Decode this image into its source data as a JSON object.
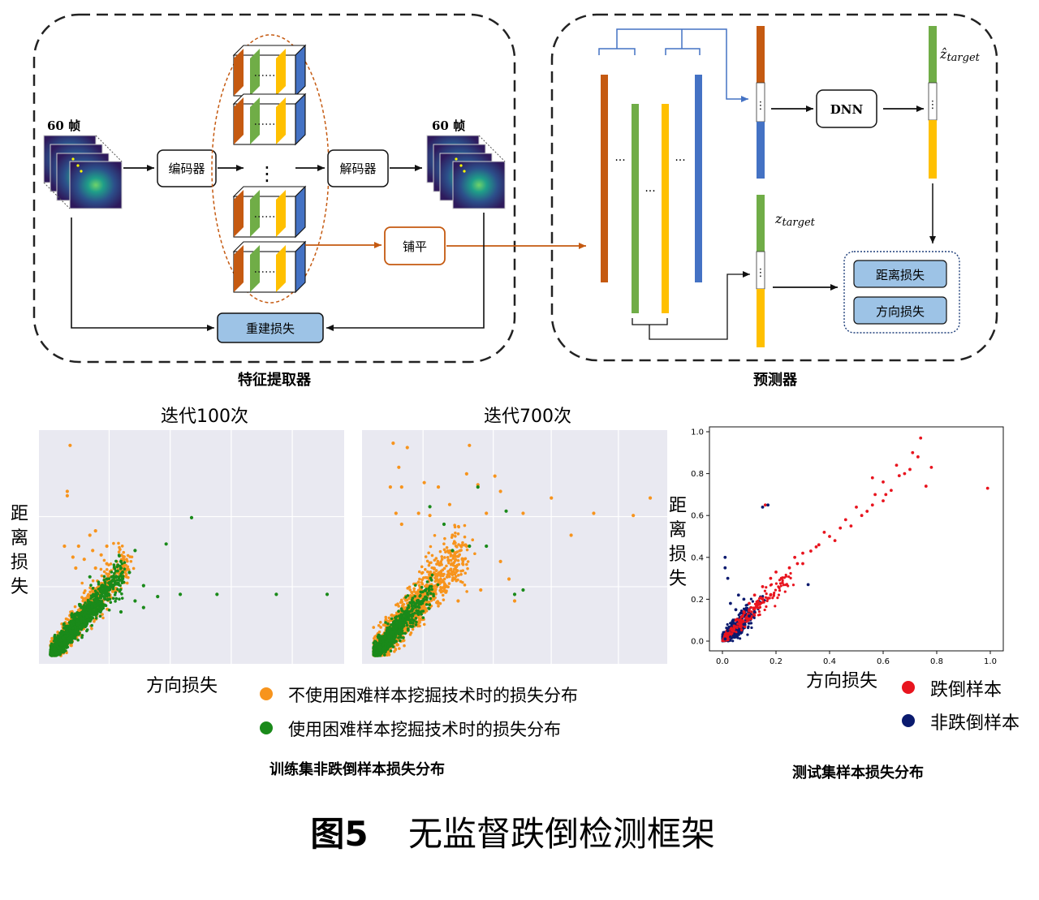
{
  "diagram": {
    "frames_left": "60 帧",
    "frames_right": "60 帧",
    "encoder": "编码器",
    "decoder": "解码器",
    "flatten": "铺平",
    "recon_loss": "重建损失",
    "dnn": "DNN",
    "z_hat": "ẑ",
    "z": "z",
    "z_sub": "target",
    "dist_loss": "距离损失",
    "dir_loss": "方向损失",
    "feature_extractor": "特征提取器",
    "predictor": "预测器",
    "dots_v": "⋮",
    "dots_h": "···"
  },
  "colors": {
    "orange_bar": "#c55a11",
    "green_bar": "#70ad47",
    "yellow_bar": "#ffc000",
    "blue_bar": "#4472c4",
    "loss_box": "#9dc3e6",
    "flatten_border": "#c55a11",
    "orange_pt": "#f7941d",
    "green_pt": "#1a8a1a",
    "red_pt": "#e8141e",
    "navy_pt": "#0a1a6e",
    "plot_bg": "#e9e9f1"
  },
  "chart_data": [
    {
      "type": "scatter",
      "title": "迭代100次",
      "xlabel": "方向损失",
      "ylabel": "距离损失",
      "grid": true,
      "series": [
        {
          "name": "不使用困难样本挖掘技术时的损失分布",
          "color": "#f7941d",
          "points": [
            [
              0.07,
              0.96
            ],
            [
              0.06,
              0.75
            ],
            [
              0.06,
              0.73
            ],
            [
              0.16,
              0.57
            ],
            [
              0.14,
              0.55
            ],
            [
              0.1,
              0.5
            ],
            [
              0.2,
              0.5
            ],
            [
              0.15,
              0.48
            ],
            [
              0.05,
              0.5
            ],
            [
              0.08,
              0.45
            ],
            [
              0.12,
              0.44
            ],
            [
              0.18,
              0.46
            ],
            [
              0.2,
              0.42
            ],
            [
              0.09,
              0.4
            ],
            [
              0.16,
              0.4
            ]
          ]
        },
        {
          "name": "使用困难样本挖掘技术时的损失分布",
          "color": "#1a8a1a",
          "points": [
            [
              0.5,
              0.63
            ],
            [
              0.41,
              0.51
            ],
            [
              0.3,
              0.48
            ],
            [
              0.25,
              0.43
            ],
            [
              0.25,
              0.4
            ],
            [
              0.28,
              0.38
            ],
            [
              0.33,
              0.32
            ],
            [
              0.38,
              0.27
            ],
            [
              0.46,
              0.28
            ],
            [
              0.59,
              0.28
            ],
            [
              0.8,
              0.28
            ],
            [
              0.98,
              0.28
            ],
            [
              0.3,
              0.25
            ],
            [
              0.33,
              0.22
            ],
            [
              0.25,
              0.2
            ],
            [
              0.2,
              0.35
            ],
            [
              0.14,
              0.36
            ],
            [
              0.18,
              0.3
            ]
          ]
        }
      ],
      "note_dense_region": true
    },
    {
      "type": "scatter",
      "title": "迭代700次",
      "xlabel": "方向损失",
      "ylabel": "距离损失",
      "grid": true,
      "series": [
        {
          "name": "不使用困难样本挖掘技术时的损失分布",
          "color": "#f7941d",
          "points": [
            [
              0.07,
              0.97
            ],
            [
              0.12,
              0.95
            ],
            [
              0.34,
              0.96
            ],
            [
              0.09,
              0.86
            ],
            [
              0.33,
              0.83
            ],
            [
              0.43,
              0.82
            ],
            [
              0.06,
              0.77
            ],
            [
              0.1,
              0.77
            ],
            [
              0.18,
              0.79
            ],
            [
              0.23,
              0.77
            ],
            [
              0.37,
              0.78
            ],
            [
              0.45,
              0.75
            ],
            [
              0.63,
              0.72
            ],
            [
              0.08,
              0.65
            ],
            [
              0.16,
              0.65
            ],
            [
              0.1,
              0.6
            ],
            [
              0.2,
              0.64
            ],
            [
              0.27,
              0.69
            ],
            [
              0.4,
              0.65
            ],
            [
              0.53,
              0.65
            ],
            [
              0.78,
              0.65
            ],
            [
              0.92,
              0.64
            ],
            [
              0.98,
              0.72
            ],
            [
              0.7,
              0.55
            ],
            [
              0.28,
              0.55
            ],
            [
              0.33,
              0.5
            ],
            [
              0.45,
              0.43
            ],
            [
              0.48,
              0.35
            ],
            [
              0.38,
              0.3
            ],
            [
              0.5,
              0.25
            ],
            [
              0.3,
              0.25
            ]
          ]
        },
        {
          "name": "使用困难样本挖掘技术时的损失分布",
          "color": "#1a8a1a",
          "points": [
            [
              0.2,
              0.68
            ],
            [
              0.37,
              0.77
            ],
            [
              0.47,
              0.66
            ],
            [
              0.25,
              0.6
            ],
            [
              0.34,
              0.5
            ],
            [
              0.4,
              0.5
            ],
            [
              0.53,
              0.3
            ],
            [
              0.5,
              0.28
            ],
            [
              0.28,
              0.48
            ]
          ]
        }
      ],
      "note_dense_region": true
    },
    {
      "type": "scatter",
      "title": "",
      "xlabel": "方向损失",
      "ylabel": "距离损失",
      "xlim": [
        0,
        1.0
      ],
      "ylim": [
        0,
        1.0
      ],
      "xticks": [
        "0.0",
        "0.2",
        "0.4",
        "0.6",
        "0.8",
        "1.0"
      ],
      "yticks": [
        "0.0",
        "0.2",
        "0.4",
        "0.6",
        "0.8",
        "1.0"
      ],
      "grid": false,
      "series": [
        {
          "name": "跌倒样本",
          "color": "#e8141e",
          "points": [
            [
              0.74,
              0.97
            ],
            [
              0.71,
              0.9
            ],
            [
              0.78,
              0.83
            ],
            [
              0.99,
              0.73
            ],
            [
              0.65,
              0.84
            ],
            [
              0.56,
              0.78
            ],
            [
              0.6,
              0.76
            ],
            [
              0.68,
              0.8
            ],
            [
              0.76,
              0.74
            ],
            [
              0.61,
              0.7
            ],
            [
              0.6,
              0.67
            ],
            [
              0.56,
              0.65
            ],
            [
              0.5,
              0.64
            ],
            [
              0.52,
              0.6
            ],
            [
              0.46,
              0.58
            ],
            [
              0.48,
              0.55
            ],
            [
              0.4,
              0.5
            ],
            [
              0.42,
              0.48
            ],
            [
              0.35,
              0.45
            ],
            [
              0.3,
              0.42
            ],
            [
              0.27,
              0.4
            ],
            [
              0.28,
              0.37
            ],
            [
              0.2,
              0.33
            ],
            [
              0.18,
              0.3
            ],
            [
              0.15,
              0.26
            ],
            [
              0.12,
              0.22
            ],
            [
              0.1,
              0.18
            ],
            [
              0.08,
              0.14
            ],
            [
              0.16,
              0.65
            ],
            [
              0.05,
              0.1
            ],
            [
              0.22,
              0.3
            ],
            [
              0.25,
              0.35
            ],
            [
              0.3,
              0.37
            ],
            [
              0.33,
              0.43
            ],
            [
              0.36,
              0.46
            ],
            [
              0.38,
              0.52
            ],
            [
              0.44,
              0.54
            ],
            [
              0.54,
              0.62
            ],
            [
              0.57,
              0.7
            ],
            [
              0.63,
              0.72
            ],
            [
              0.66,
              0.79
            ],
            [
              0.7,
              0.82
            ],
            [
              0.73,
              0.88
            ],
            [
              0.15,
              0.2
            ],
            [
              0.18,
              0.22
            ],
            [
              0.13,
              0.17
            ],
            [
              0.1,
              0.15
            ]
          ]
        },
        {
          "name": "非跌倒样本",
          "color": "#0a1a6e",
          "points": [
            [
              0.01,
              0.4
            ],
            [
              0.01,
              0.35
            ],
            [
              0.02,
              0.3
            ],
            [
              0.17,
              0.65
            ],
            [
              0.15,
              0.64
            ],
            [
              0.32,
              0.27
            ],
            [
              0.06,
              0.22
            ],
            [
              0.08,
              0.2
            ],
            [
              0.03,
              0.18
            ],
            [
              0.05,
              0.15
            ],
            [
              0.1,
              0.12
            ],
            [
              0.12,
              0.14
            ],
            [
              0.04,
              0.1
            ],
            [
              0.02,
              0.05
            ],
            [
              0.06,
              0.05
            ],
            [
              0.08,
              0.08
            ],
            [
              0.03,
              0.02
            ],
            [
              0.01,
              0.01
            ]
          ]
        }
      ]
    }
  ],
  "legend_left": {
    "orange": "不使用困难样本挖掘技术时的损失分布",
    "green": "使用困难样本挖掘技术时的损失分布"
  },
  "legend_right": {
    "red": "跌倒样本",
    "navy": "非跌倒样本"
  },
  "captions": {
    "train": "训练集非跌倒样本损失分布",
    "test": "测试集样本损失分布",
    "figure_num": "图5",
    "figure_title": "无监督跌倒检测框架"
  }
}
